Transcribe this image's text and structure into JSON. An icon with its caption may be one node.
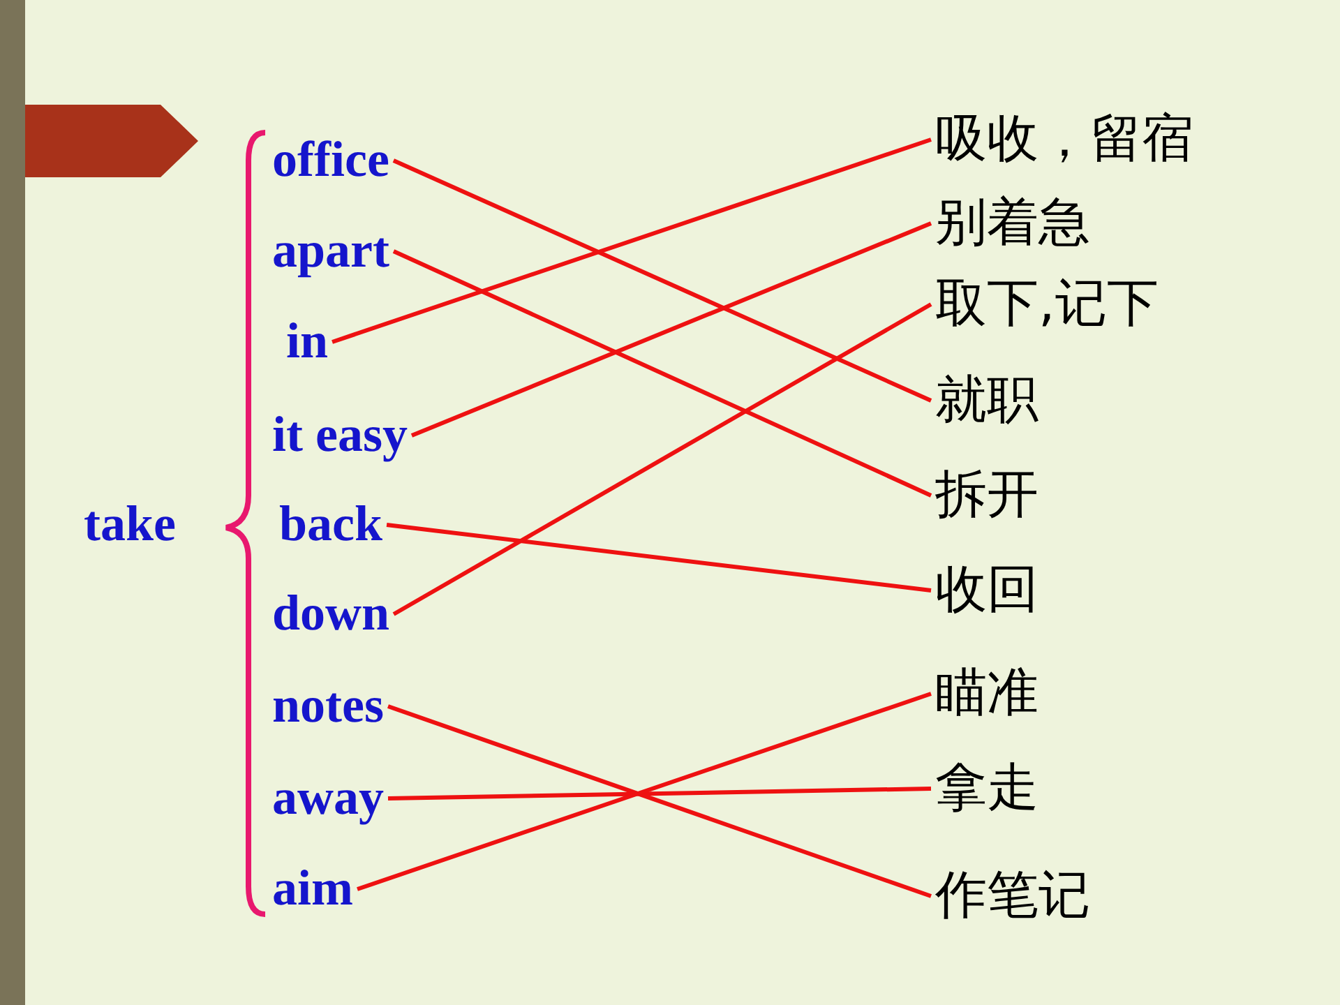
{
  "diagram": {
    "nodes": [
      {
        "text": [
          "office"
        ]
      },
      {
        "text": [
          "apart"
        ]
      },
      {
        "text": [
          "in"
        ]
      },
      {
        "text": [
          "it easy"
        ]
      },
      {
        "text": [
          "back"
        ]
      },
      {
        "text": [
          "down"
        ]
      },
      {
        "text": [
          "notes"
        ]
      },
      {
        "text": [
          "away"
        ]
      },
      {
        "text": [
          "aim"
        ]
      },
      {
        "text": [
          "吸收，留宿"
        ]
      },
      {
        "text": [
          "别着急"
        ]
      },
      {
        "text": [
          "取下,记下"
        ]
      },
      {
        "text": [
          "就职"
        ]
      },
      {
        "text": [
          "拆开"
        ]
      },
      {
        "text": [
          "收回"
        ]
      },
      {
        "text": [
          "瞄准"
        ]
      },
      {
        "text": [
          "拿走"
        ]
      },
      {
        "text": [
          "作笔记"
        ]
      }
    ],
    "edges": [
      {
        "from": 0,
        "to": 12,
        "arrow": "none"
      },
      {
        "from": 1,
        "to": 13,
        "arrow": "none"
      },
      {
        "from": 2,
        "to": 9,
        "arrow": "none"
      },
      {
        "from": 3,
        "to": 10,
        "arrow": "none"
      },
      {
        "from": 4,
        "to": 14,
        "arrow": "none"
      },
      {
        "from": 5,
        "to": 11,
        "arrow": "none"
      },
      {
        "from": 6,
        "to": 17,
        "arrow": "none"
      },
      {
        "from": 7,
        "to": 16,
        "arrow": "none"
      },
      {
        "from": 8,
        "to": 15,
        "arrow": "none"
      }
    ],
    "labels": [
      "take"
    ]
  }
}
